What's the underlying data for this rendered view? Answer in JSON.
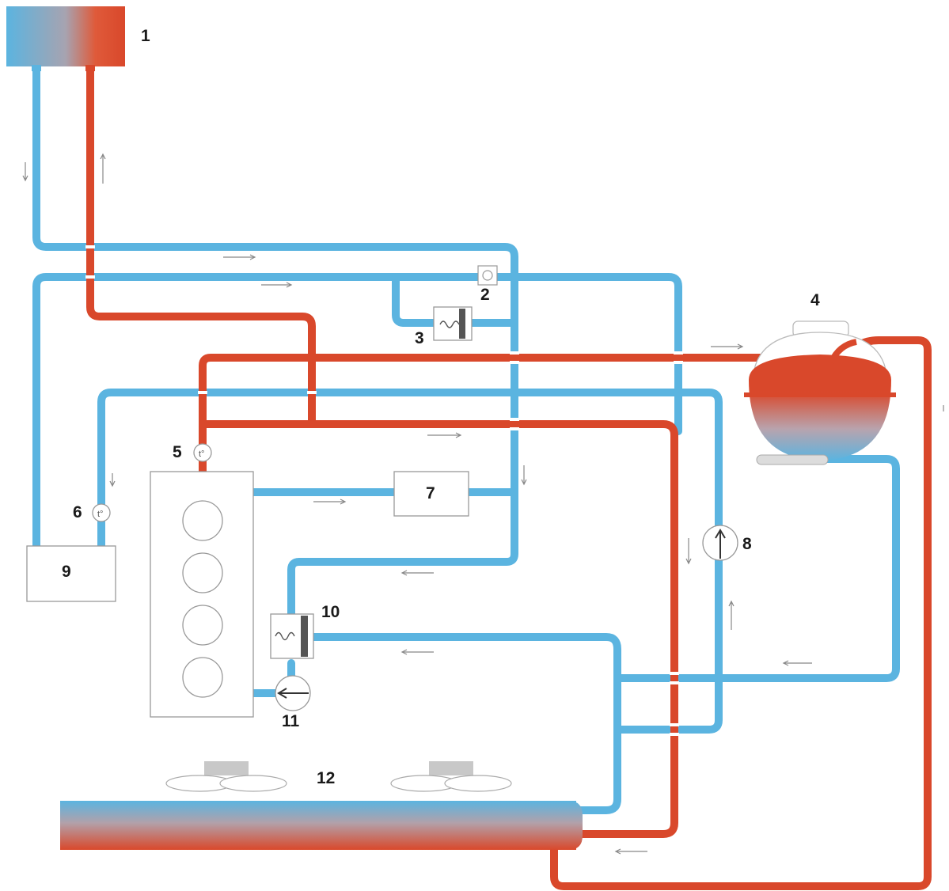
{
  "diagram": {
    "labels": [
      {
        "id": "1",
        "text": "1"
      },
      {
        "id": "2",
        "text": "2"
      },
      {
        "id": "3",
        "text": "3"
      },
      {
        "id": "4",
        "text": "4"
      },
      {
        "id": "5",
        "text": "5"
      },
      {
        "id": "6",
        "text": "6"
      },
      {
        "id": "7",
        "text": "7"
      },
      {
        "id": "8",
        "text": "8"
      },
      {
        "id": "9",
        "text": "9"
      },
      {
        "id": "10",
        "text": "10"
      },
      {
        "id": "11",
        "text": "11"
      },
      {
        "id": "12",
        "text": "12"
      }
    ],
    "colors": {
      "cold": "#5bb4e0",
      "hot": "#d9482b"
    }
  }
}
